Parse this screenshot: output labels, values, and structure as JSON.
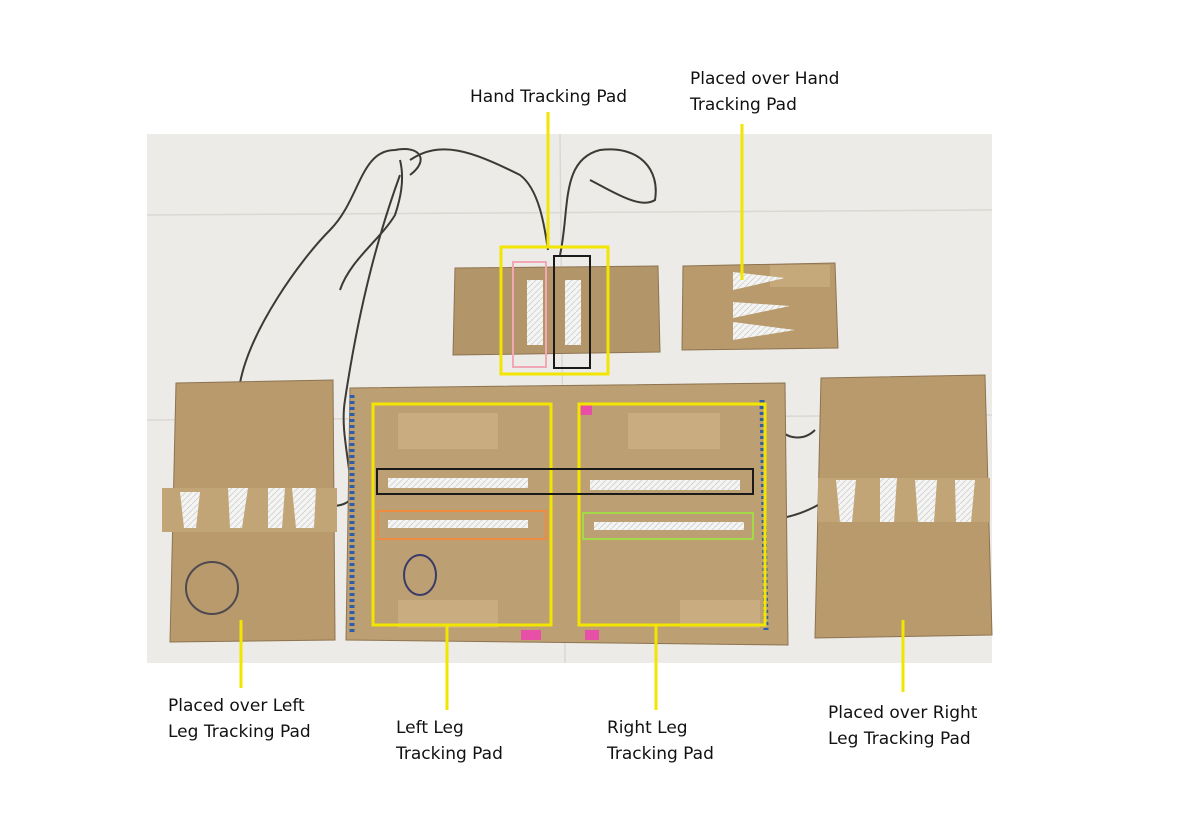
{
  "labels": {
    "hand_tracking_pad": "Hand Tracking Pad",
    "placed_over_hand": "Placed over Hand\nTracking Pad",
    "placed_over_left_leg": "Placed over Left\nLeg Tracking Pad",
    "left_leg": "Left Leg\nTracking Pad",
    "right_leg": "Right Leg\nTracking Pad",
    "placed_over_right_leg": "Placed over Right\nLeg Tracking Pad"
  },
  "colors": {
    "annotation_line": "#f2e600",
    "box_black": "#1a1a1a",
    "box_pink": "#f2a7b5",
    "box_orange": "#f08a3c",
    "box_green": "#a6d94a",
    "cardboard": "#b89a6c",
    "floor": "#ecebe7"
  }
}
